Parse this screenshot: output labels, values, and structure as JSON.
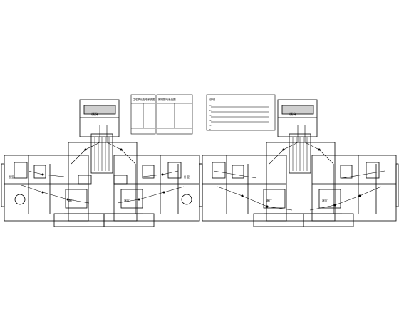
{
  "drawing": {
    "left_building": {
      "stair_label": "楼梯",
      "legend_title_1": "住宅单元配电系统图",
      "legend_title_2": "照明配电系统图",
      "area_labels": [
        "客厅",
        "客厅",
        "卧室",
        "卧室"
      ]
    },
    "right_building": {
      "stair_label": "楼梯",
      "area_labels": [
        "客厅",
        "客厅"
      ]
    },
    "notes": {
      "heading": "说明",
      "lines": [
        "1.",
        "2.",
        "3.",
        "4.",
        "5.",
        "6."
      ]
    }
  }
}
